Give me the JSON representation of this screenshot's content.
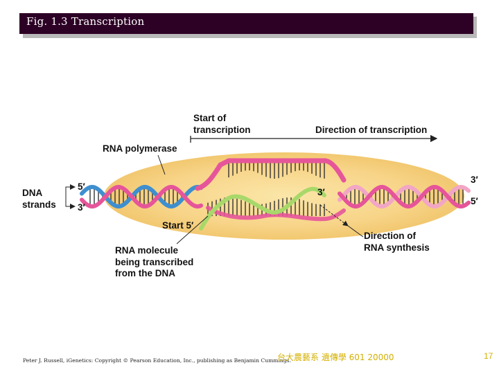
{
  "slide": {
    "title": "Fig. 1.3  Transcription",
    "credit": "Peter J. Russell, iGenetics: Copyright © Pearson Education, Inc., publishing as Benjamin Cummings.",
    "institution": "台大農藝系 遺傳學 601 20000",
    "page_number": "17"
  },
  "figure": {
    "labels": {
      "start_of_transcription": [
        "Start of",
        "transcription"
      ],
      "direction_of_transcription": "Direction of transcription",
      "rna_polymerase": "RNA polymerase",
      "dna_strands": [
        "DNA",
        "strands"
      ],
      "five_prime_left": "5′",
      "three_prime_left": "3′",
      "three_prime_right": "3′",
      "five_prime_right": "5′",
      "three_prime_center": "3′",
      "start_5": "Start 5′",
      "rna_molecule": [
        "RNA molecule",
        "being transcribed",
        "from the DNA"
      ],
      "direction_of_rna_synthesis": [
        "Direction of",
        "RNA synthesis"
      ]
    },
    "colors": {
      "title_bar": "#2d0025",
      "polymerase": "#f7d488",
      "dna_blue": "#3f8fcf",
      "dna_pink": "#e6559a",
      "dna_light_pink": "#f2a6c6",
      "rna_green": "#a8d86a",
      "footer_yellow": "#d4b000"
    }
  }
}
